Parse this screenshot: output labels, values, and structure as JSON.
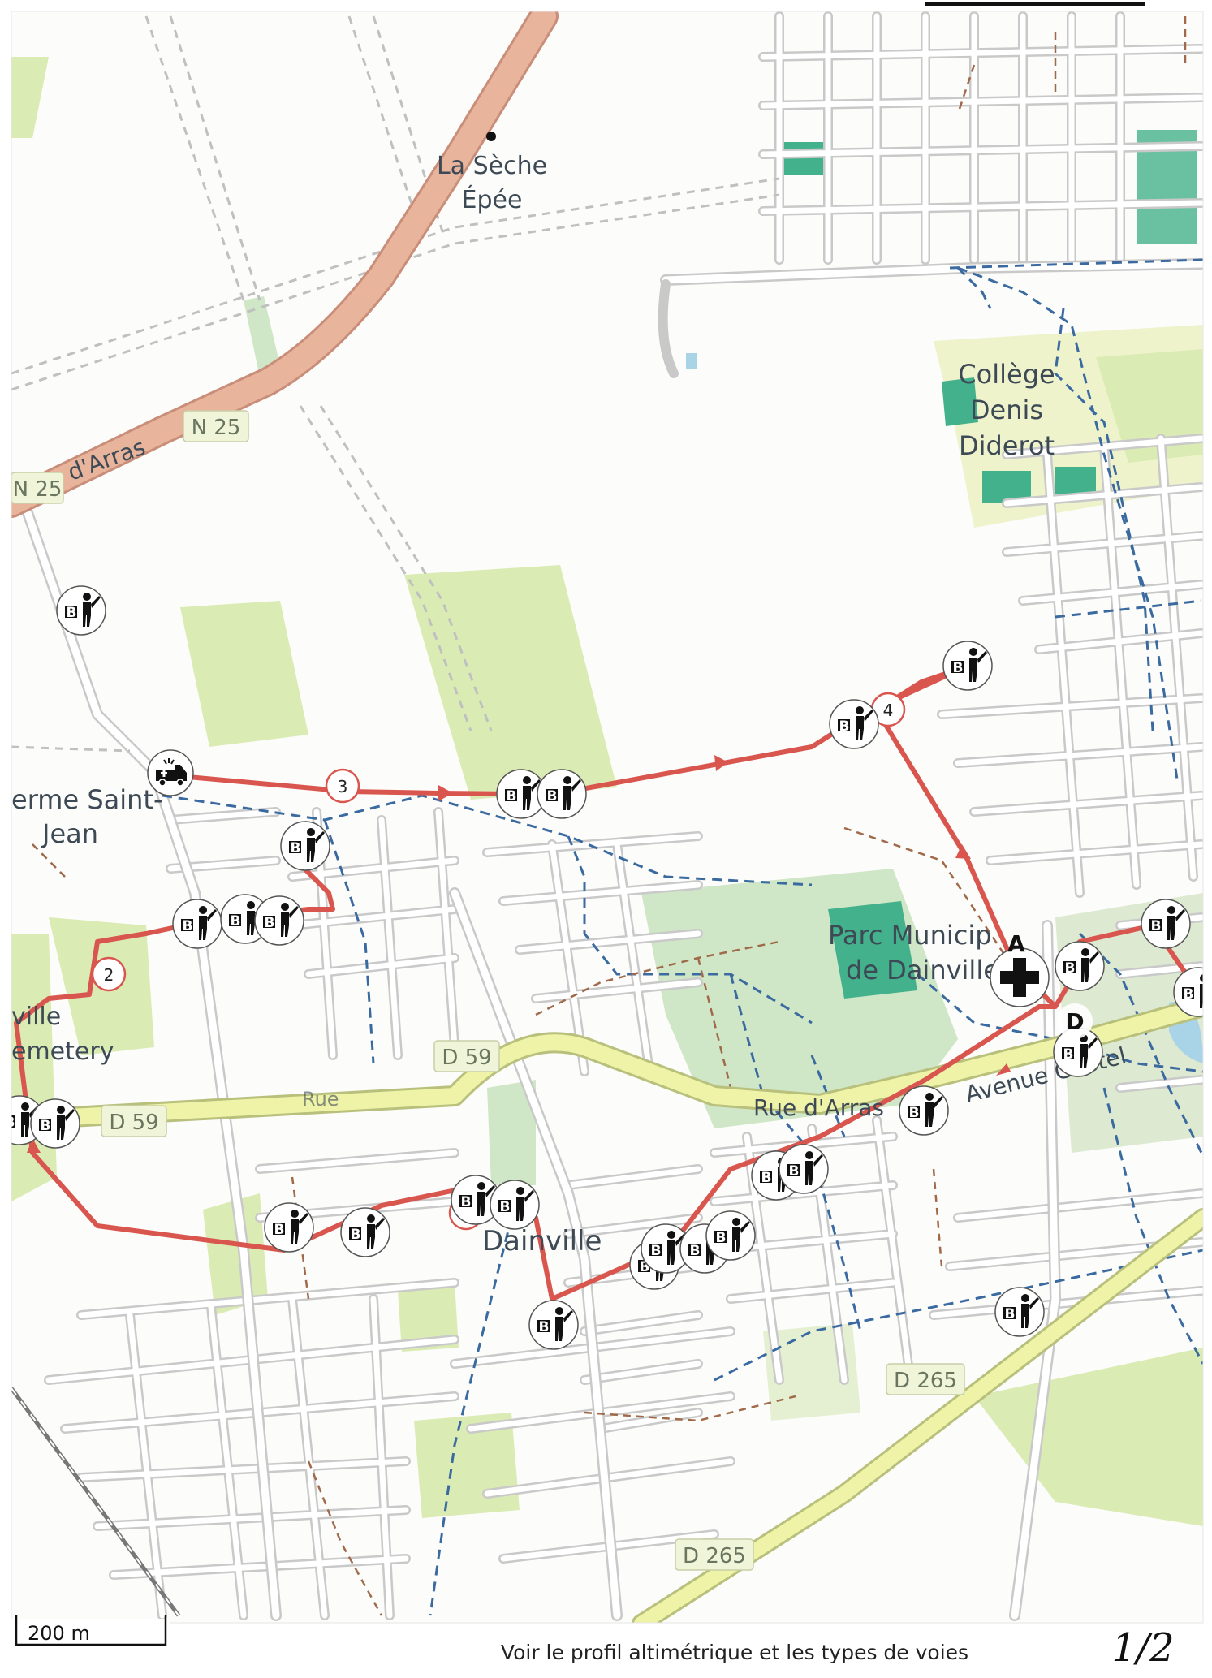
{
  "place_labels": {
    "la_seche_epee_line1": "La Sèche",
    "la_seche_epee_line2": "Épée",
    "college_line1": "Collège",
    "college_line2": "Denis",
    "college_line3": "Diderot",
    "ferme_line1": "erme Saint-",
    "ferme_line2": "Jean",
    "cemetery_line1": "ville",
    "cemetery_line2": "emetery",
    "parc_line1": "Parc Municip",
    "parc_line2": "de Dainville",
    "dainville": "Dainville",
    "rue_arras": "Rue d'Arras",
    "avenue": "Avenue Gustel",
    "arras_curve": "d'Arras",
    "rue_fragment": "Rue"
  },
  "road_badges": {
    "n25": "N 25",
    "n25_left": "N 25",
    "d59_top": "D 59",
    "d59_left": "D 59",
    "d265_top": "D 265",
    "d265_bottom": "D 265"
  },
  "waypoints": {
    "wp1": "1",
    "wp2": "2",
    "wp3": "3",
    "wp4": "4"
  },
  "letters": {
    "start": "A",
    "end": "D"
  },
  "marker_letter": "B",
  "scale_bar": {
    "label": "200 m"
  },
  "footer": {
    "elevation_link": "Voir le profil altimétrique et les types de voies",
    "page_number": "1/2"
  },
  "colors": {
    "route": "#d9564f",
    "major_road": "#e8b49c",
    "secondary_road": "#eef3a8",
    "field_green": "#dbebb4",
    "park_green": "#cfe6c7",
    "sport_green": "#43b28c",
    "water": "#a9d4e8",
    "cycle_path": "#3a6aa0",
    "footpath": "#a06a4a"
  },
  "icons": {
    "marshal": "marshal-icon",
    "ambulance": "ambulance-icon",
    "first_aid": "first-aid-cross-icon"
  }
}
